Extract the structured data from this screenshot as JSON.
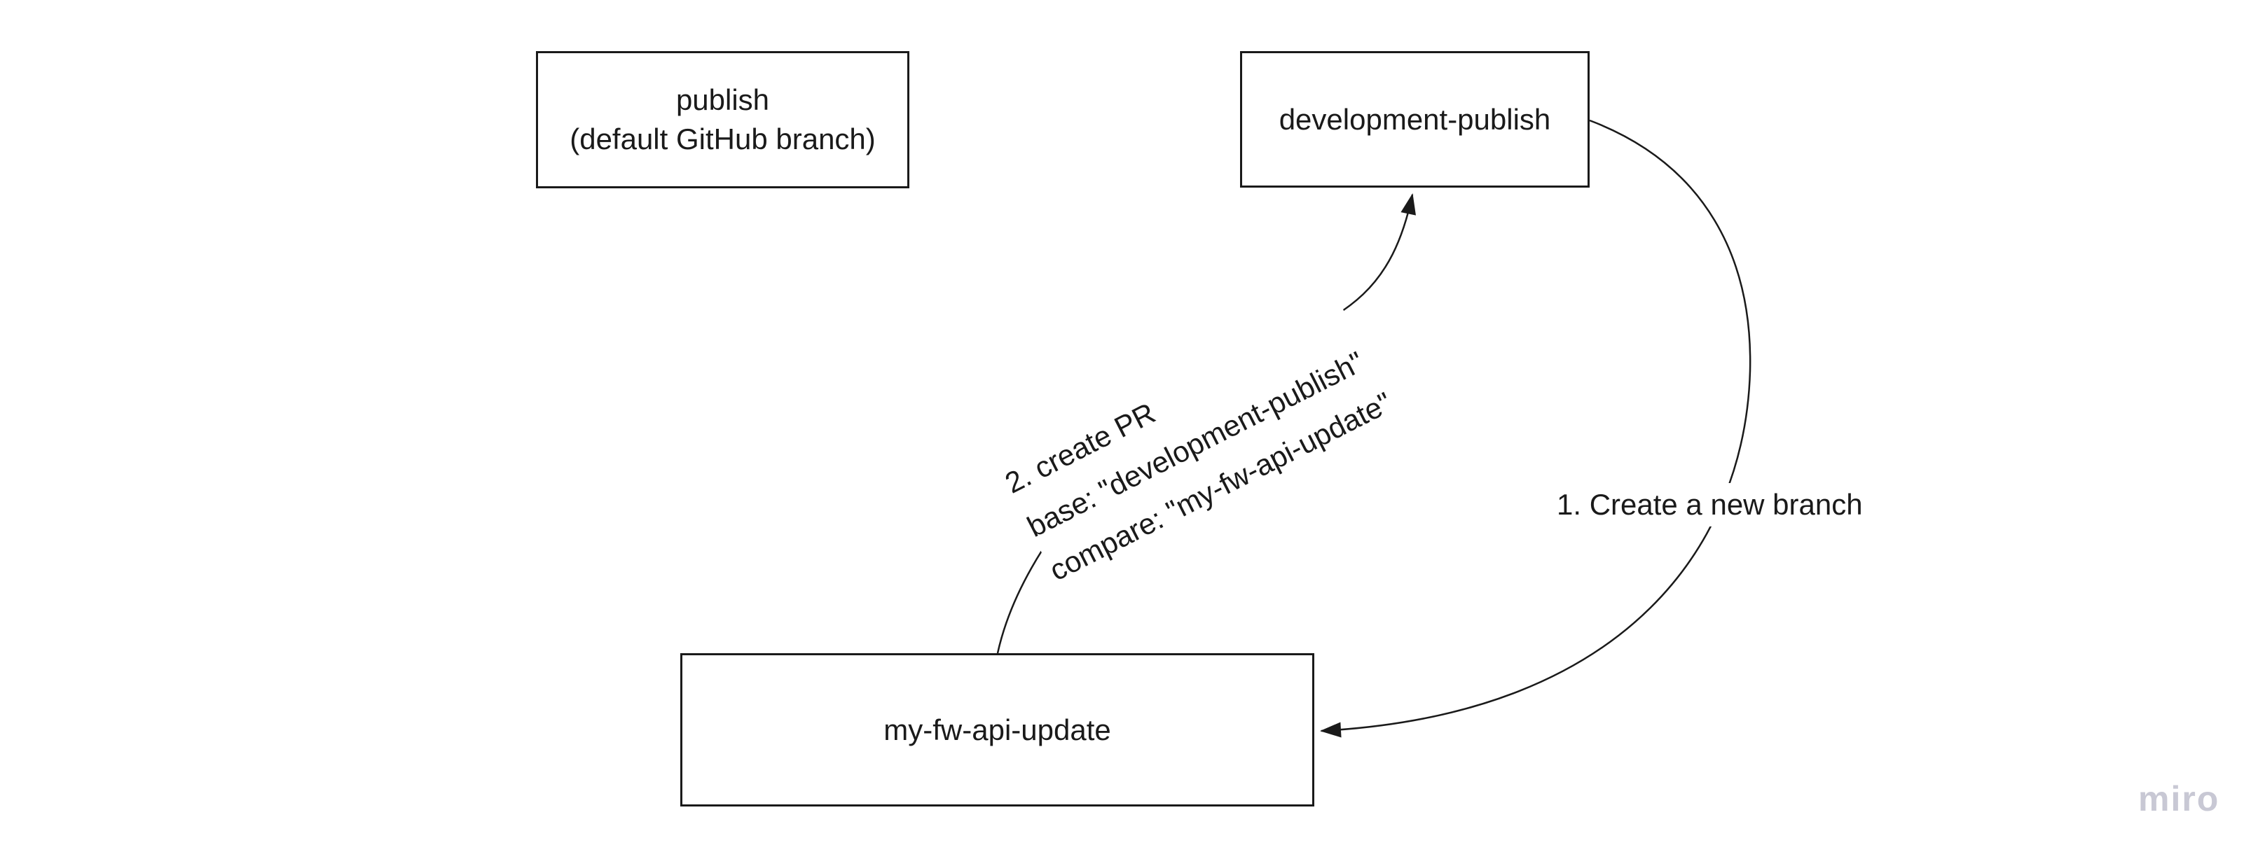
{
  "board": {
    "background": "#ffffff",
    "colors": {
      "stroke": "#1a1a1a",
      "text": "#1a1a1a",
      "watermark": "#c8c8d4"
    }
  },
  "nodes": {
    "publish": {
      "line1": "publish",
      "line2": "(default GitHub branch)"
    },
    "development_publish": {
      "label": "development-publish"
    },
    "my_fw_api_update": {
      "label": "my-fw-api-update"
    }
  },
  "edges": {
    "create_branch": {
      "from": "development-publish",
      "to": "my-fw-api-update",
      "label": "1. Create a new branch"
    },
    "create_pr": {
      "from": "my-fw-api-update",
      "to": "development-publish",
      "line1": "2. create PR",
      "line2": "base: \"development-publish\"",
      "line3": "compare: \"my-fw-api-update\""
    }
  },
  "watermark": {
    "label": "miro"
  }
}
